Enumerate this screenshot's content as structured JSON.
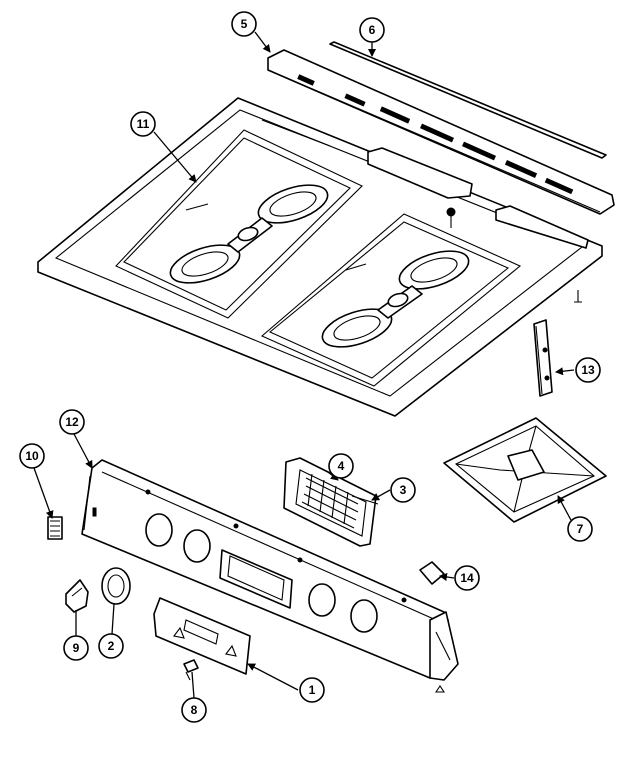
{
  "diagram": {
    "callouts": [
      {
        "id": "5",
        "label": "5"
      },
      {
        "id": "6",
        "label": "6"
      },
      {
        "id": "11",
        "label": "11"
      },
      {
        "id": "13",
        "label": "13"
      },
      {
        "id": "12",
        "label": "12"
      },
      {
        "id": "10",
        "label": "10"
      },
      {
        "id": "4",
        "label": "4"
      },
      {
        "id": "3",
        "label": "3"
      },
      {
        "id": "7",
        "label": "7"
      },
      {
        "id": "14",
        "label": "14"
      },
      {
        "id": "9",
        "label": "9"
      },
      {
        "id": "2",
        "label": "2"
      },
      {
        "id": "1",
        "label": "1"
      },
      {
        "id": "8",
        "label": "8"
      }
    ]
  }
}
